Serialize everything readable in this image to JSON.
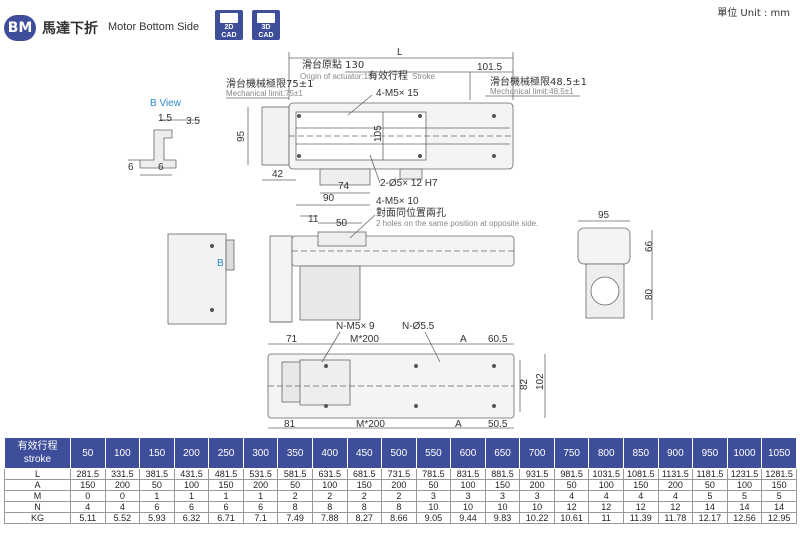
{
  "header": {
    "badge": "BM",
    "title_cn": "馬達下折",
    "title_en": "Motor Bottom Side",
    "cad_2d_top": "2D",
    "cad_2d_bottom": "CAD",
    "cad_3d_top": "3D",
    "cad_3d_bottom": "CAD",
    "unit": "單位 Unit : mm"
  },
  "drawing": {
    "b_view": "B View",
    "b_label": "B",
    "d_L": "L",
    "d_origin_cn": "滑台原點 130",
    "d_origin_en": "Origin of actuator:130",
    "d_stroke_cn": "有效行程",
    "d_stroke_en": "Stroke",
    "d_101_5": "101.5",
    "d_mech75_cn": "滑台機械極限75±1",
    "d_mech75_en": "Mechanical limit:75±1",
    "d_mech48_cn": "滑台機械極限48.5±1",
    "d_mech48_en": "Mechanical limit:48.5±1",
    "d_4m5_15": "4-M5× 15",
    "d_95a": "95",
    "d_105": "105",
    "d_42": "42",
    "d_74": "74",
    "d_90": "90",
    "d_2phi5": "2-Ø5× 12 H7",
    "d_4m5_10": "4-M5× 10",
    "d_holes_cn": "對面同位置兩孔",
    "d_holes_en": "2 holes on the same position at opposite side.",
    "d_1_5": "1.5",
    "d_3_5": "3.5",
    "d_6a": "6",
    "d_6b": "6",
    "d_11": "11",
    "d_50": "50",
    "d_95b": "95",
    "d_66": "66",
    "d_80": "80",
    "d_nm5": "N-M5× 9",
    "d_nphi": "N-Ø5.5",
    "d_71": "71",
    "d_m200a": "M*200",
    "d_A1": "A",
    "d_60_5": "60.5",
    "d_82": "82",
    "d_102": "102",
    "d_81": "81",
    "d_m200b": "M*200",
    "d_A2": "A",
    "d_50_5": "50.5"
  },
  "colors": {
    "accent": "#3f4e9a",
    "blue_label": "#2a8ac8",
    "line": "#555555"
  },
  "table": {
    "head_cn": "有效行程",
    "head_en": "stroke",
    "strokes": [
      "50",
      "100",
      "150",
      "200",
      "250",
      "300",
      "350",
      "400",
      "450",
      "500",
      "550",
      "600",
      "650",
      "700",
      "750",
      "800",
      "850",
      "900",
      "950",
      "1000",
      "1050"
    ],
    "rows": [
      {
        "label": "L",
        "values": [
          "281.5",
          "331.5",
          "381.5",
          "431.5",
          "481.5",
          "531.5",
          "581.5",
          "631.5",
          "681.5",
          "731.5",
          "781.5",
          "831.5",
          "881.5",
          "931.5",
          "981.5",
          "1031.5",
          "1081.5",
          "1131.5",
          "1181.5",
          "1231.5",
          "1281.5"
        ]
      },
      {
        "label": "A",
        "values": [
          "150",
          "200",
          "50",
          "100",
          "150",
          "200",
          "50",
          "100",
          "150",
          "200",
          "50",
          "100",
          "150",
          "200",
          "50",
          "100",
          "150",
          "200",
          "50",
          "100",
          "150"
        ]
      },
      {
        "label": "M",
        "values": [
          "0",
          "0",
          "1",
          "1",
          "1",
          "1",
          "2",
          "2",
          "2",
          "2",
          "3",
          "3",
          "3",
          "3",
          "4",
          "4",
          "4",
          "4",
          "5",
          "5",
          "5"
        ]
      },
      {
        "label": "N",
        "values": [
          "4",
          "4",
          "6",
          "6",
          "6",
          "6",
          "8",
          "8",
          "8",
          "8",
          "10",
          "10",
          "10",
          "10",
          "12",
          "12",
          "12",
          "12",
          "14",
          "14",
          "14"
        ]
      },
      {
        "label": "KG",
        "values": [
          "5.11",
          "5.52",
          "5.93",
          "6.32",
          "6.71",
          "7.1",
          "7.49",
          "7.88",
          "8.27",
          "8.66",
          "9.05",
          "9.44",
          "9.83",
          "10.22",
          "10.61",
          "11",
          "11.39",
          "11.78",
          "12.17",
          "12.56",
          "12.95"
        ]
      }
    ]
  }
}
